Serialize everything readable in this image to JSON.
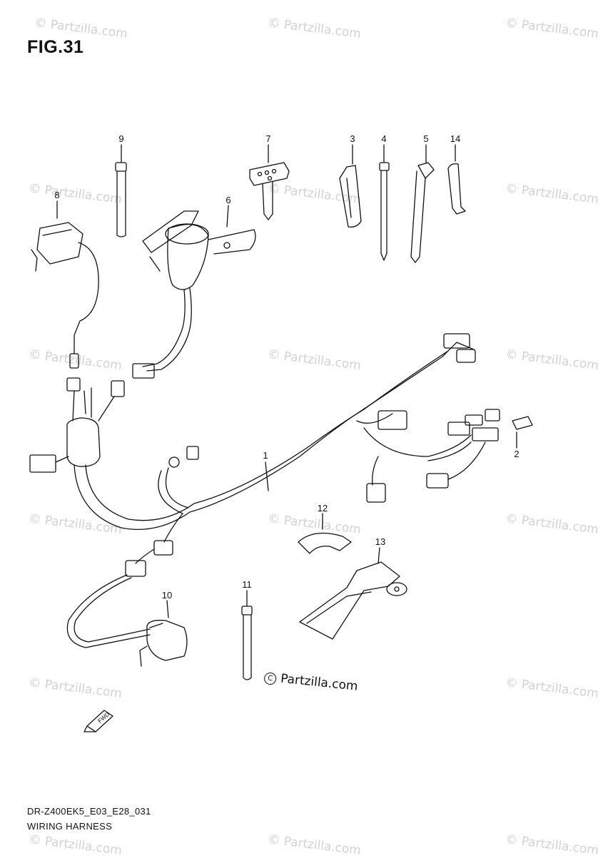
{
  "figure": {
    "title": "FIG.31",
    "code": "DR-Z400EK5_E03_E28_031",
    "name": "WIRING HARNESS",
    "copyright": "Partzilla.com",
    "watermark": "Partzilla.com",
    "fwd_arrow_label": "FWD"
  },
  "callouts": [
    "1",
    "2",
    "3",
    "4",
    "5",
    "6",
    "7",
    "8",
    "9",
    "10",
    "11",
    "12",
    "13",
    "14"
  ]
}
